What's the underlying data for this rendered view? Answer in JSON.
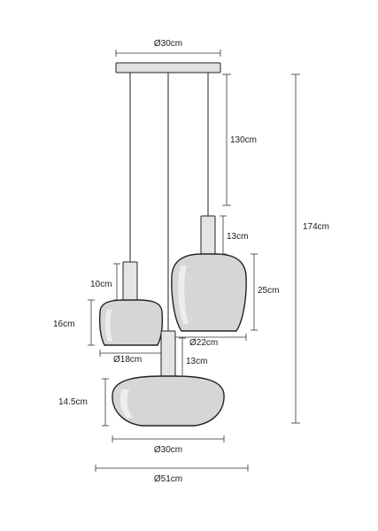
{
  "dimensions": {
    "canopy_width": "Ø30cm",
    "cord_length": "130cm",
    "total_height": "174cm",
    "socket_right": "13cm",
    "shade_right_height": "25cm",
    "shade_right_diameter": "Ø22cm",
    "socket_left": "10cm",
    "shade_left_height": "16cm",
    "shade_left_diameter": "Ø18cm",
    "socket_center": "13cm",
    "shade_center_height": "14.5cm",
    "shade_center_diameter": "Ø30cm",
    "overall_width": "Ø51cm"
  }
}
